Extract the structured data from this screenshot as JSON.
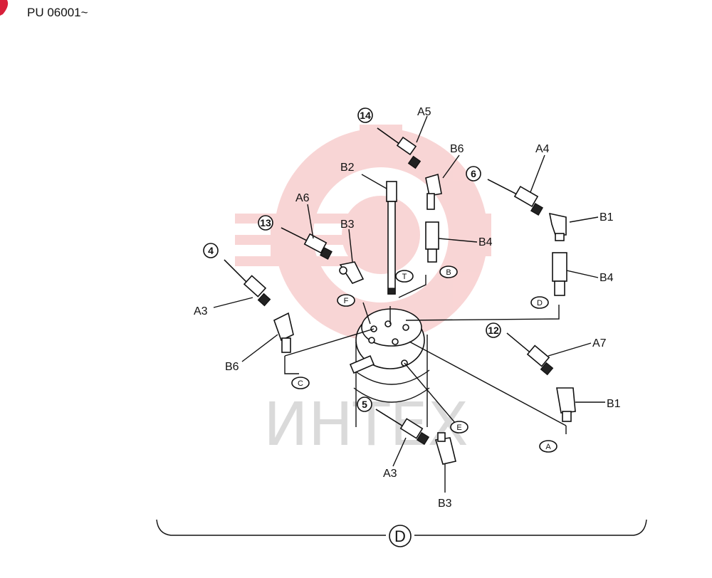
{
  "header": {
    "serial": "PU 06001~"
  },
  "watermark": {
    "text": "ИНТЕХ",
    "logo_color": "#f2a6a6"
  },
  "assembly": {
    "label": "D"
  },
  "parts": {
    "A3": "A3",
    "A4": "A4",
    "A5": "A5",
    "A6": "A6",
    "A7": "A7",
    "B1": "B1",
    "B2": "B2",
    "B3": "B3",
    "B4": "B4",
    "B6": "B6"
  },
  "numbers": {
    "n4": "4",
    "n5": "5",
    "n6": "6",
    "n12": "12",
    "n13": "13",
    "n14": "14"
  },
  "connectors": {
    "A": "A",
    "B": "B",
    "C": "C",
    "D": "D",
    "E": "E",
    "F": "F",
    "T": "T"
  }
}
